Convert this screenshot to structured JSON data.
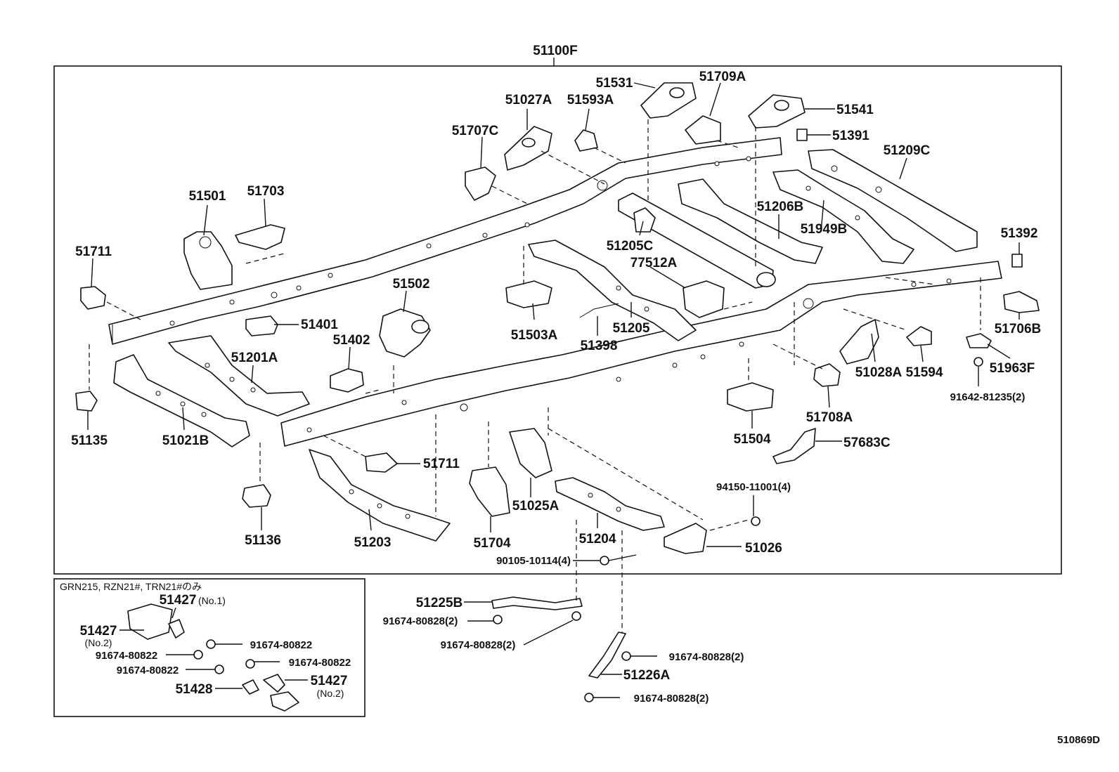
{
  "diagram_id": "510869D",
  "labels": {
    "51100F": "51100F",
    "51501": "51501",
    "51703": "51703",
    "51711": "51711",
    "51401": "51401",
    "51502": "51502",
    "51402": "51402",
    "51201A": "51201A",
    "51021B": "51021B",
    "51135": "51135",
    "51136": "51136",
    "51203": "51203",
    "51704": "51704",
    "51025A": "51025A",
    "51204": "51204",
    "51026": "51026",
    "94150": "94150-11001(4)",
    "90105": "90105-10114(4)",
    "51707C": "51707C",
    "51027A": "51027A",
    "51593A": "51593A",
    "51531": "51531",
    "51709A": "51709A",
    "51541": "51541",
    "51391": "51391",
    "51209C": "51209C",
    "51206B": "51206B",
    "51949B": "51949B",
    "51205C": "51205C",
    "77512A": "77512A",
    "51503A": "51503A",
    "51205": "51205",
    "51398": "51398",
    "51392": "51392",
    "51706B": "51706B",
    "51963F": "51963F",
    "51594": "51594",
    "51028A": "51028A",
    "51708A": "51708A",
    "51504": "51504",
    "57683C": "57683C",
    "91642": "91642-81235(2)",
    "51225B": "51225B",
    "51226A": "51226A",
    "91674_80828_2": "91674-80828(2)"
  },
  "inset": {
    "caption": "GRN215, RZN21#, TRN21#のみ",
    "label_51427": "51427",
    "label_51428": "51428",
    "no1": "(No.1)",
    "no2": "(No.2)",
    "nut": "91674-80822"
  }
}
